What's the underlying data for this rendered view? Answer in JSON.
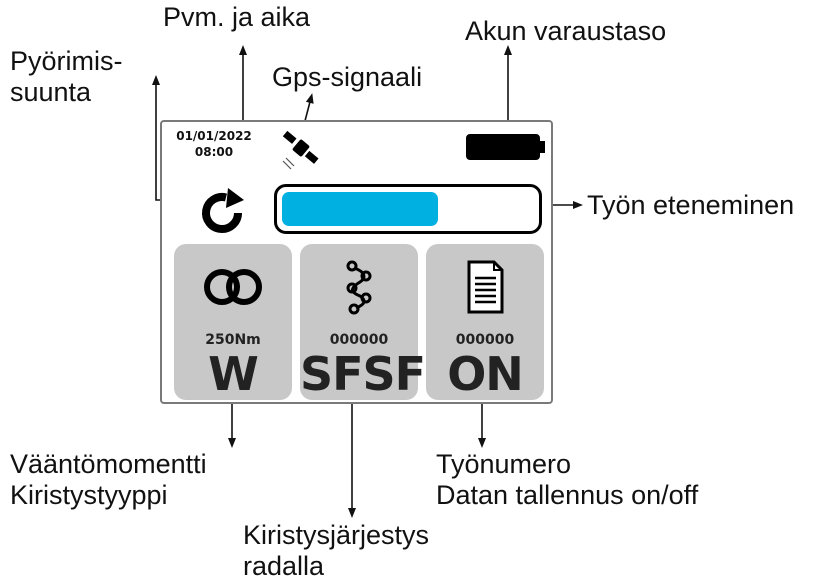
{
  "annotations": {
    "rotation_direction": [
      "Pyörimis-",
      "suunta"
    ],
    "date_time": "Pvm. ja aika",
    "gps_signal": "Gps-signaali",
    "battery_level": "Akun varaustaso",
    "work_progress": "Työn eteneminen",
    "torque": [
      "Vääntömomentti",
      "Kiristystyyppi"
    ],
    "sequence": [
      "Kiristysjärjestys",
      "radalla"
    ],
    "job_number": [
      "Työnumero",
      "Datan tallennus on/off"
    ]
  },
  "screen": {
    "date": "01/01/2022",
    "time": "08:00",
    "progress_fraction": 0.62,
    "tiles": [
      {
        "value": "250Nm",
        "label": "W",
        "icon": "chain-link-icon"
      },
      {
        "value": "000000",
        "label": "SFSF",
        "icon": "sequence-nodes-icon"
      },
      {
        "value": "000000",
        "label": "ON",
        "icon": "document-icon"
      }
    ]
  },
  "colors": {
    "progress_fill": "#00b0e0",
    "tile_background": "#c8c8c8",
    "screen_border": "#7a7a7a"
  }
}
